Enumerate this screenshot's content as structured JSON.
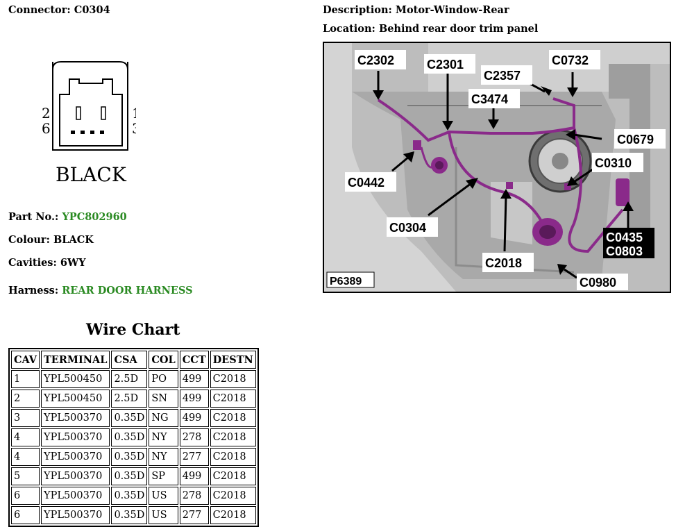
{
  "connector": {
    "label": "Connector:",
    "value": "C0304"
  },
  "description": {
    "label": "Description:",
    "value": "Motor-Window-Rear"
  },
  "location": {
    "label": "Location:",
    "value": "Behind rear door trim panel"
  },
  "drawing": {
    "pin_left_top": "2",
    "pin_left_bottom": "6",
    "pin_right_top": "1",
    "pin_right_bottom": "3",
    "colour_text": "BLACK"
  },
  "part": {
    "label": "Part No.:",
    "value": "YPC802960"
  },
  "colour": {
    "label": "Colour:",
    "value": "BLACK"
  },
  "cavities": {
    "label": "Cavities:",
    "value": "6WY"
  },
  "harness": {
    "label": "Harness:",
    "value": "REAR DOOR HARNESS"
  },
  "wire_chart": {
    "title": "Wire Chart",
    "headers": [
      "CAV",
      "TERMINAL",
      "CSA",
      "COL",
      "CCT",
      "DESTN"
    ],
    "rows": [
      [
        "1",
        "YPL500450",
        "2.5D",
        "PO",
        "499",
        "C2018"
      ],
      [
        "2",
        "YPL500450",
        "2.5D",
        "SN",
        "499",
        "C2018"
      ],
      [
        "3",
        "YPL500370",
        "0.35D",
        "NG",
        "499",
        "C2018"
      ],
      [
        "4",
        "YPL500370",
        "0.35D",
        "NY",
        "278",
        "C2018"
      ],
      [
        "4",
        "YPL500370",
        "0.35D",
        "NY",
        "277",
        "C2018"
      ],
      [
        "5",
        "YPL500370",
        "0.35D",
        "SP",
        "499",
        "C2018"
      ],
      [
        "6",
        "YPL500370",
        "0.35D",
        "US",
        "278",
        "C2018"
      ],
      [
        "6",
        "YPL500370",
        "0.35D",
        "US",
        "277",
        "C2018"
      ]
    ]
  },
  "photo": {
    "callouts": {
      "c2302": "C2302",
      "c2301": "C2301",
      "c0732": "C0732",
      "c2357": "C2357",
      "c3474": "C3474",
      "c0679": "C0679",
      "c0310": "C0310",
      "c0442": "C0442",
      "c0304": "C0304",
      "c2018": "C2018",
      "c0435": "C0435",
      "c0803": "C0803",
      "c0980": "C0980"
    },
    "ref": "P6389"
  },
  "colors": {
    "link_green": "#2a8a22",
    "harness_purple": "#8a2a8a"
  }
}
